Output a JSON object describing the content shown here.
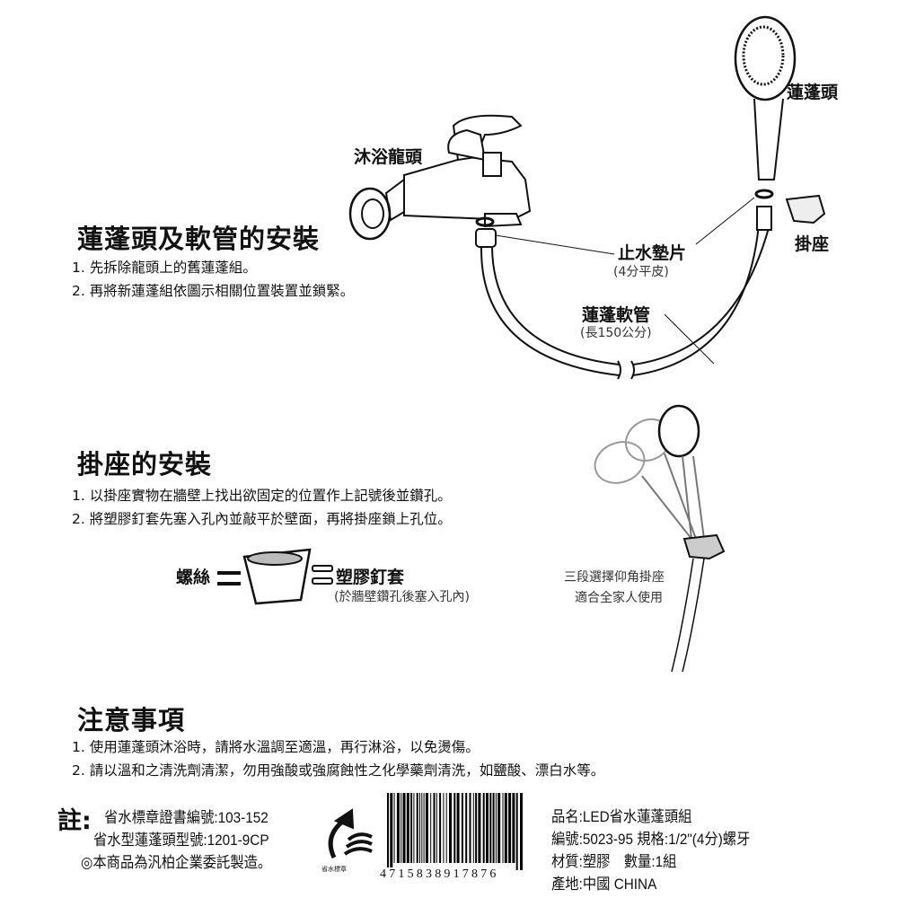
{
  "section1": {
    "title": "蓮蓬頭及軟管的安裝",
    "steps": [
      "1. 先拆除龍頭上的舊蓮蓬組。",
      "2. 再將新蓮蓬組依圖示相關位置裝置並鎖緊。"
    ],
    "labels": {
      "faucet": "沐浴龍頭",
      "showerhead": "蓮蓬頭",
      "holder": "掛座",
      "washer": "止水墊片",
      "washer_note": "(4分平皮)",
      "hose": "蓮蓬軟管",
      "hose_note": "(長150公分)"
    }
  },
  "section2": {
    "title": "掛座的安裝",
    "steps": [
      "1. 以掛座實物在牆壁上找出欲固定的位置作上記號後並鑽孔。",
      "2. 將塑膠釘套先塞入孔內並敲平於壁面，再將掛座鎖上孔位。"
    ],
    "labels": {
      "screw": "螺絲",
      "anchor": "塑膠釘套",
      "anchor_note": "(於牆壁鑽孔後塞入孔內)",
      "angle_line1": "三段選擇仰角掛座",
      "angle_line2": "適合全家人使用"
    }
  },
  "section3": {
    "title": "注意事項",
    "steps": [
      "1. 使用蓮蓬頭沐浴時，請將水溫調至適溫，再行淋浴，以免燙傷。",
      "2. 請以溫和之清洗劑清潔，勿用強酸或強腐蝕性之化學藥劑清洗，如鹽酸、漂白水等。"
    ]
  },
  "footer": {
    "note_mark": "註:",
    "cert_no": "省水標章證書編號:103-152",
    "model_no": "省水型蓮蓬頭型號:1201-9CP",
    "maker": "◎本商品為汎柏企業委託製造。",
    "logo_text": "省水標章",
    "barcode_digits": "4715838917876",
    "product": {
      "name": "品名:LED省水蓮蓬頭組",
      "code_spec": "編號:5023-95 規格:1/2\"(4分)螺牙",
      "material_qty": "材質:塑膠　數量:1組",
      "origin": "產地:中國 CHINA"
    }
  }
}
